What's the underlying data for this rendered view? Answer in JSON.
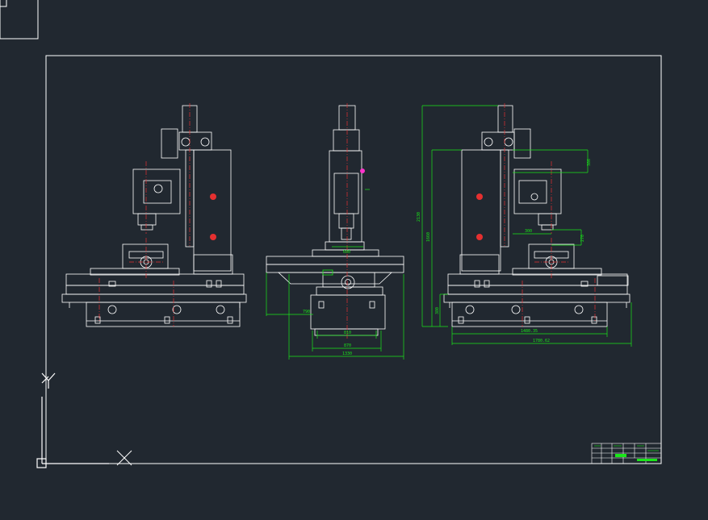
{
  "canvas": {
    "background": "#212830",
    "colors": {
      "line": "#ffffff",
      "dim": "#19e619",
      "center": "#e53030",
      "accent": "#ff33cc"
    }
  },
  "icons": {
    "ucs": "ucs-axis-icon",
    "crosshair": "crosshair-icon"
  },
  "dims": {
    "front_width_600": "600",
    "front_table_790": "790",
    "front_base_810": "810",
    "front_width_870": "870",
    "front_overall_1330": "1330",
    "right_height_2130": "2130",
    "right_height_1660": "1660",
    "right_height_380": "380",
    "right_head_386": "386",
    "right_reach_300": "300",
    "right_travel_270": "270",
    "right_base_1480": "1480.35",
    "right_overall_1780": "1780.62"
  }
}
